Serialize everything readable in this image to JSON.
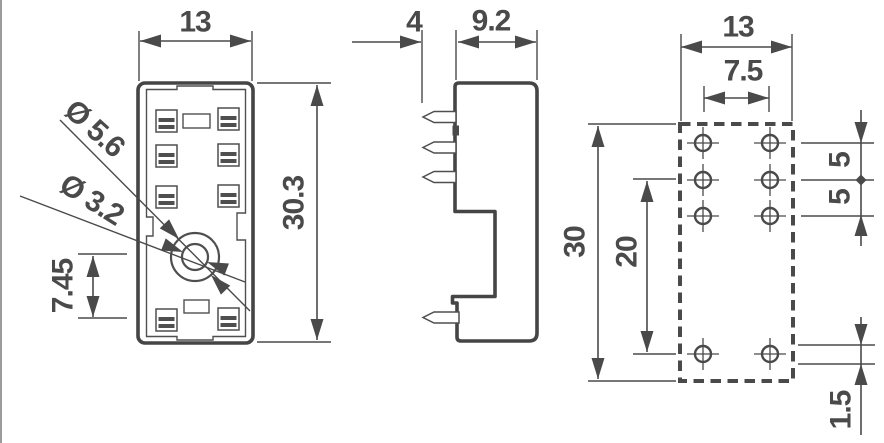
{
  "drawing": {
    "background": "#ffffff",
    "line_color": "#454545",
    "text_color": "#4a4a4a",
    "front_view": {
      "width": "13",
      "height": "30.3",
      "center_offset": "7.45",
      "outer_diameter": "Ø 5.6",
      "inner_diameter": "Ø 3.2"
    },
    "side_view": {
      "pin_length": "4",
      "body_depth": "9.2"
    },
    "drilling_plan": {
      "width": "13",
      "column_spacing": "7.5",
      "height": "30",
      "row_span": "20",
      "row_gap_upper": "5",
      "row_gap_lower": "5",
      "bottom_offset": "1.5"
    }
  }
}
